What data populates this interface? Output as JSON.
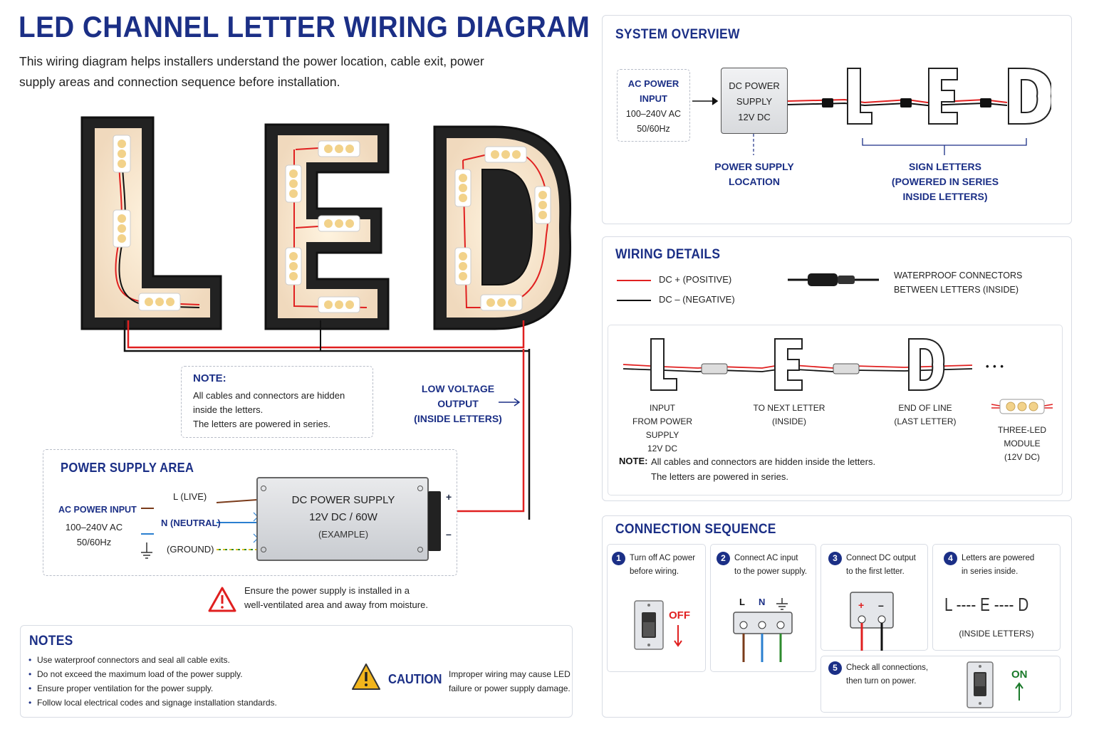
{
  "header": {
    "title": "LED CHANNEL LETTER WIRING DIAGRAM",
    "intro": "This wiring diagram helps installers understand the power location, cable exit, power supply areas and connection sequence before installation."
  },
  "hero": {
    "letters": [
      "L",
      "E",
      "D"
    ]
  },
  "note_box": {
    "heading": "NOTE:",
    "line1": "All cables and connectors are hidden",
    "line2": "inside the letters.",
    "line3": "The letters are powered in series."
  },
  "low_voltage": {
    "line1": "LOW VOLTAGE OUTPUT",
    "line2": "(INSIDE LETTERS)"
  },
  "power_supply_area": {
    "heading": "POWER SUPPLY AREA",
    "ac_input_label": "AC POWER INPUT",
    "ac_voltage": "100–240V AC",
    "ac_freq": "50/60Hz",
    "live": "L (LIVE)",
    "neutral": "N (NEUTRAL)",
    "ground": "(GROUND)",
    "psu_line1": "DC POWER SUPPLY",
    "psu_line2": "12V DC / 60W",
    "psu_line3": "(EXAMPLE)",
    "plus": "+",
    "minus": "–",
    "warning_line1": "Ensure the power supply is installed in a",
    "warning_line2": "well-ventilated area and away from moisture."
  },
  "notes": {
    "heading": "NOTES",
    "items": [
      "Use waterproof connectors and seal all cable exits.",
      "Do not exceed the maximum load of the power supply.",
      "Ensure proper ventilation for the power supply.",
      "Follow local electrical codes and signage installation standards."
    ],
    "caution_label": "CAUTION",
    "caution_line1": "Improper wiring may cause LED",
    "caution_line2": "failure or power supply damage."
  },
  "system_overview": {
    "heading": "SYSTEM OVERVIEW",
    "ac_line1": "AC POWER",
    "ac_line2": "INPUT",
    "ac_line3": "100–240V AC",
    "ac_line4": "50/60Hz",
    "dc_line1": "DC POWER",
    "dc_line2": "SUPPLY",
    "dc_line3": "12V DC",
    "psu_loc_line1": "POWER SUPPLY",
    "psu_loc_line2": "LOCATION",
    "sign_line1": "SIGN LETTERS",
    "sign_line2": "(POWERED IN SERIES",
    "sign_line3": "INSIDE LETTERS)"
  },
  "wiring_details": {
    "heading": "WIRING DETAILS",
    "positive": "DC + (POSITIVE)",
    "negative": "DC – (NEGATIVE)",
    "connector_line1": "WATERPROOF CONNECTORS",
    "connector_line2": "BETWEEN LETTERS (INSIDE)",
    "input_line1": "INPUT",
    "input_line2": "FROM POWER SUPPLY",
    "input_line3": "12V DC",
    "next_line1": "TO NEXT LETTER",
    "next_line2": "(INSIDE)",
    "end_line1": "END OF LINE",
    "end_line2": "(LAST LETTER)",
    "ellipsis": "• • •",
    "module_line1": "THREE-LED",
    "module_line2": "MODULE",
    "module_line3": "(12V DC)",
    "note_label": "NOTE:",
    "note_line1": "All cables and connectors are hidden inside the letters.",
    "note_line2": "The letters are powered in series."
  },
  "connection_sequence": {
    "heading": "CONNECTION SEQUENCE",
    "steps": [
      {
        "n": "1",
        "line1": "Turn off AC power",
        "line2": "before wiring.",
        "tag": "OFF"
      },
      {
        "n": "2",
        "line1": "Connect AC input",
        "line2": "to the power supply.",
        "l": "L",
        "nn": "N"
      },
      {
        "n": "3",
        "line1": "Connect DC output",
        "line2": "to the first letter.",
        "plus": "+",
        "minus": "–"
      },
      {
        "n": "4",
        "line1": "Letters are powered",
        "line2": "in series inside.",
        "chain": "L ---- E ---- D",
        "sub": "(INSIDE LETTERS)"
      },
      {
        "n": "5",
        "line1": "Check all connections,",
        "line2": "then turn on power.",
        "tag": "ON"
      }
    ]
  },
  "colors": {
    "navy": "#1b2f86",
    "wire_positive": "#e02020",
    "wire_negative": "#111111",
    "warning": "#e02020",
    "caution": "#f2b51c",
    "on_green": "#1a7a2a"
  }
}
